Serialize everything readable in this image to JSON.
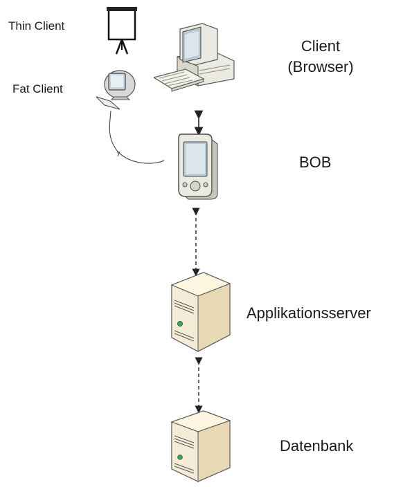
{
  "labels": {
    "thin_client": "Thin Client",
    "fat_client": "Fat Client",
    "client_line1": "Client",
    "client_line2": "(Browser)",
    "bob": "BOB",
    "appserver": "Applikationsserver",
    "datenbank": "Datenbank"
  },
  "connector_text": "y",
  "icons": {
    "thin_client": "easel-icon",
    "fat_client": "imac-icon",
    "client": "desktop-computer-icon",
    "bob": "pda-icon",
    "appserver": "server-tower-icon",
    "datenbank": "server-tower-icon"
  },
  "colors": {
    "label": "#1a1a1a",
    "device_beige": "#ecebe3",
    "device_shadow": "#b9b7a8",
    "screen": "#c8d6dd",
    "server_tan": "#f2e7cd",
    "server_shade": "#d8c79f",
    "line": "#222222"
  }
}
